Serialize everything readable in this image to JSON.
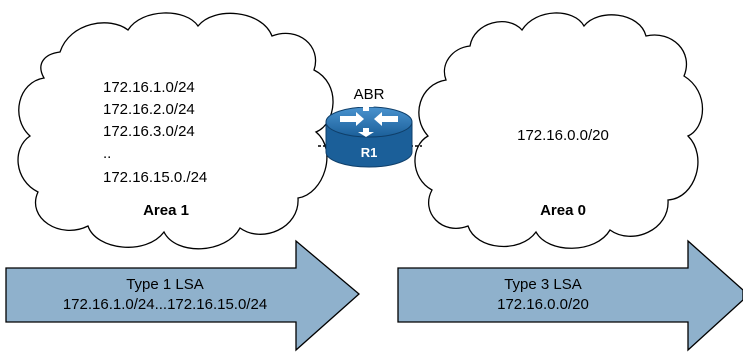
{
  "area1": {
    "networks": [
      "172.16.1.0/24",
      "172.16.2.0/24",
      "172.16.3.0/24",
      "..",
      "172.16.15.0./24"
    ],
    "label": "Area 1"
  },
  "area0": {
    "network": "172.16.0.0/20",
    "label": "Area 0"
  },
  "router": {
    "role_label": "ABR",
    "name": "R1",
    "color": "#1f6fae"
  },
  "lsa_left": {
    "type": "Type 1 LSA",
    "prefixes": "172.16.1.0/24...172.16.15.0/24"
  },
  "lsa_right": {
    "type": "Type 3 LSA",
    "prefixes": "172.16.0.0/20"
  },
  "colors": {
    "arrow_fill": "#8fb1cc",
    "outline": "#000000"
  }
}
